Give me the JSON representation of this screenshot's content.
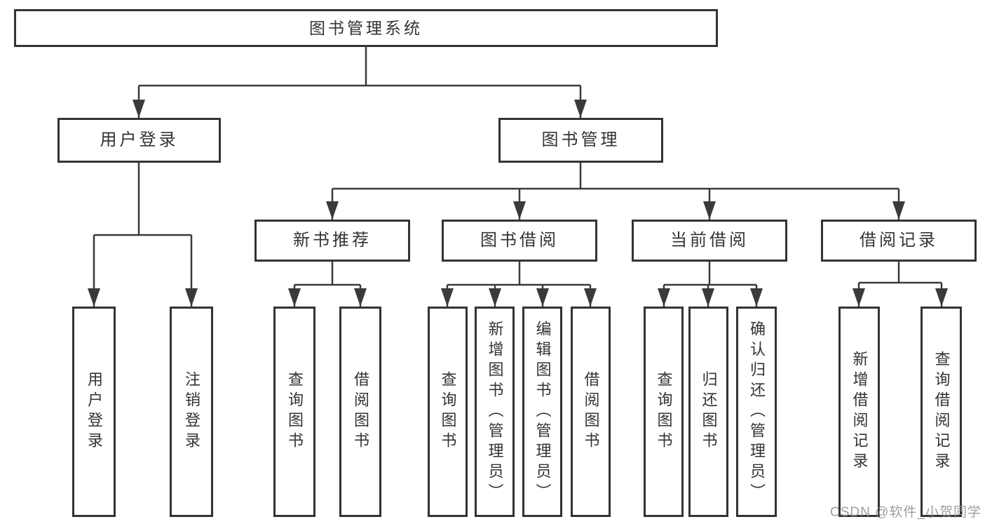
{
  "tree": {
    "root": {
      "label": "图书管理系统"
    },
    "branches": [
      {
        "label": "用户登录",
        "children": [
          {
            "label": "用户登录"
          },
          {
            "label": "注销登录"
          }
        ]
      },
      {
        "label": "图书管理",
        "children": [
          {
            "label": "新书推荐",
            "children": [
              {
                "label": "查询图书"
              },
              {
                "label": "借阅图书"
              }
            ]
          },
          {
            "label": "图书借阅",
            "children": [
              {
                "label": "查询图书"
              },
              {
                "label": "新增图书（管理员）"
              },
              {
                "label": "编辑图书（管理员）"
              },
              {
                "label": "借阅图书"
              }
            ]
          },
          {
            "label": "当前借阅",
            "children": [
              {
                "label": "查询图书"
              },
              {
                "label": "归还图书"
              },
              {
                "label": "确认归还（管理员）"
              }
            ]
          },
          {
            "label": "借阅记录",
            "children": [
              {
                "label": "新增借阅记录"
              },
              {
                "label": "查询借阅记录"
              }
            ]
          }
        ]
      }
    ]
  },
  "watermark": {
    "text": "CSDN @软件_小贺同学"
  },
  "colors": {
    "line": "#3a3a3a",
    "border": "#333333",
    "text": "#333333",
    "background": "#ffffff",
    "watermark": "#919191"
  }
}
